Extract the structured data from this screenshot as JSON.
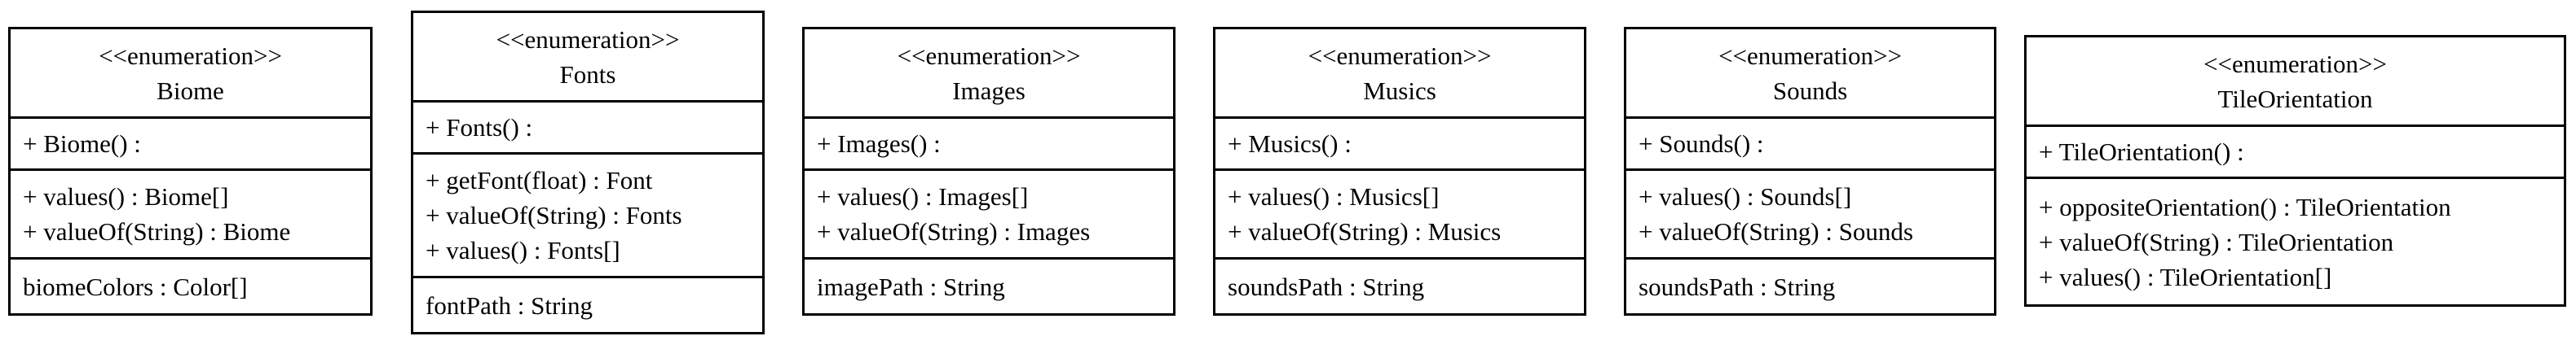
{
  "colors": {
    "background": "#ffffff",
    "line": "#000000",
    "text": "#000000"
  },
  "classes": [
    {
      "stereotype": "<<enumeration>>",
      "name": "Biome",
      "constructor": "+ Biome() :",
      "methods": [
        "+ values() : Biome[]",
        "+ valueOf(String) : Biome"
      ],
      "attributes": [
        "biomeColors : Color[]"
      ]
    },
    {
      "stereotype": "<<enumeration>>",
      "name": "Fonts",
      "constructor": "+ Fonts() :",
      "methods": [
        "+ getFont(float) : Font",
        "+ valueOf(String) : Fonts",
        "+ values() : Fonts[]"
      ],
      "attributes": [
        "fontPath : String"
      ]
    },
    {
      "stereotype": "<<enumeration>>",
      "name": "Images",
      "constructor": "+ Images() :",
      "methods": [
        "+ values() : Images[]",
        "+ valueOf(String) : Images"
      ],
      "attributes": [
        "imagePath : String"
      ]
    },
    {
      "stereotype": "<<enumeration>>",
      "name": "Musics",
      "constructor": "+ Musics() :",
      "methods": [
        "+ values() : Musics[]",
        "+ valueOf(String) : Musics"
      ],
      "attributes": [
        "soundsPath : String"
      ]
    },
    {
      "stereotype": "<<enumeration>>",
      "name": "Sounds",
      "constructor": "+ Sounds() :",
      "methods": [
        "+ values() : Sounds[]",
        "+ valueOf(String) : Sounds"
      ],
      "attributes": [
        "soundsPath : String"
      ]
    },
    {
      "stereotype": "<<enumeration>>",
      "name": "TileOrientation",
      "constructor": "+ TileOrientation() :",
      "methods": [
        "+ oppositeOrientation() : TileOrientation",
        "+ valueOf(String) : TileOrientation",
        "+ values() : TileOrientation[]"
      ],
      "attributes": []
    }
  ]
}
